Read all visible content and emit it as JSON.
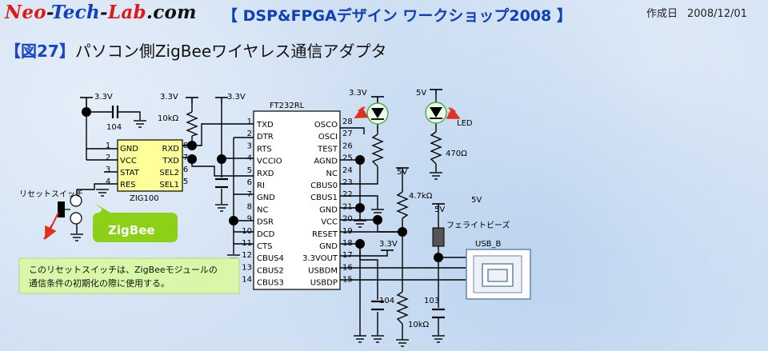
{
  "header": {
    "site_a": "Neo",
    "site_b": "-",
    "site_c": "Tech",
    "site_d": "-",
    "site_e": "Lab",
    "site_f": ".com",
    "workshop_title": "【 DSP&FPGAデザイン ワークショップ2008 】",
    "date_label": "作成日",
    "date_value": "2008/12/01"
  },
  "figure": {
    "number": "【図27】",
    "title": "パソコン側ZigBeeワイヤレス通信アダプタ"
  },
  "schematic": {
    "zig_module": {
      "name": "ZIG100",
      "left_pins": [
        {
          "num": "1",
          "name": "GND"
        },
        {
          "num": "2",
          "name": "VCC"
        },
        {
          "num": "3",
          "name": "STAT"
        },
        {
          "num": "4",
          "name": "RES"
        }
      ],
      "right_pins": [
        {
          "num": "8",
          "name": "RXD"
        },
        {
          "num": "7",
          "name": "TXD"
        },
        {
          "num": "6",
          "name": "SEL2"
        },
        {
          "num": "5",
          "name": "SEL1"
        }
      ]
    },
    "ft232": {
      "name": "FT232RL",
      "left_pins": [
        {
          "num": "1",
          "name": "TXD"
        },
        {
          "num": "2",
          "name": "DTR"
        },
        {
          "num": "3",
          "name": "RTS"
        },
        {
          "num": "4",
          "name": "VCCIO"
        },
        {
          "num": "5",
          "name": "RXD"
        },
        {
          "num": "6",
          "name": "RI"
        },
        {
          "num": "7",
          "name": "GND"
        },
        {
          "num": "8",
          "name": "NC"
        },
        {
          "num": "9",
          "name": "DSR"
        },
        {
          "num": "10",
          "name": "DCD"
        },
        {
          "num": "11",
          "name": "CTS"
        },
        {
          "num": "12",
          "name": "CBUS4"
        },
        {
          "num": "13",
          "name": "CBUS2"
        },
        {
          "num": "14",
          "name": "CBUS3"
        }
      ],
      "right_pins": [
        {
          "num": "28",
          "name": "OSCO"
        },
        {
          "num": "27",
          "name": "OSCI"
        },
        {
          "num": "26",
          "name": "TEST"
        },
        {
          "num": "25",
          "name": "AGND"
        },
        {
          "num": "24",
          "name": "NC"
        },
        {
          "num": "23",
          "name": "CBUS0"
        },
        {
          "num": "22",
          "name": "CBUS1"
        },
        {
          "num": "21",
          "name": "GND"
        },
        {
          "num": "20",
          "name": "VCC"
        },
        {
          "num": "19",
          "name": "RESET"
        },
        {
          "num": "18",
          "name": "GND"
        },
        {
          "num": "17",
          "name": "3.3VOUT"
        },
        {
          "num": "16",
          "name": "USBDM"
        },
        {
          "num": "15",
          "name": "USBDP"
        }
      ]
    },
    "labels": {
      "v33_a": "3.3V",
      "v33_b": "3.3V",
      "v33_c": "3.3V",
      "v33_led": "3.3V",
      "v33_out": "3.3V",
      "v5_led": "5V",
      "v5_reset": "5V",
      "v5_usb": "5V",
      "v5_ferrite": "5V",
      "cap_104_a": "104",
      "res_10k_a": "10kΩ",
      "res_470": "470Ω",
      "res_47k": "4.7kΩ",
      "cap_104_b": "104",
      "res_10k_b": "10kΩ",
      "cap_103": "103",
      "led": "LED",
      "ferrite": "フェライトビーズ",
      "usb_b": "USB_B",
      "reset_switch": "リセットスイッチ",
      "zigbee_badge": "ZigBee"
    },
    "callout": {
      "line1": "このリセットスイッチは、ZigBeeモジュールの",
      "line2": "通信条件の初期化の際に使用する。"
    }
  },
  "colors": {
    "background": "#cfe0f3",
    "module_fill": "#ffff99",
    "badge_fill": "#8cd118",
    "callout_fill": "#d8f7a8",
    "led_fill": "#eefce8",
    "accent_blue": "#1040b8",
    "accent_red": "#e01818"
  }
}
